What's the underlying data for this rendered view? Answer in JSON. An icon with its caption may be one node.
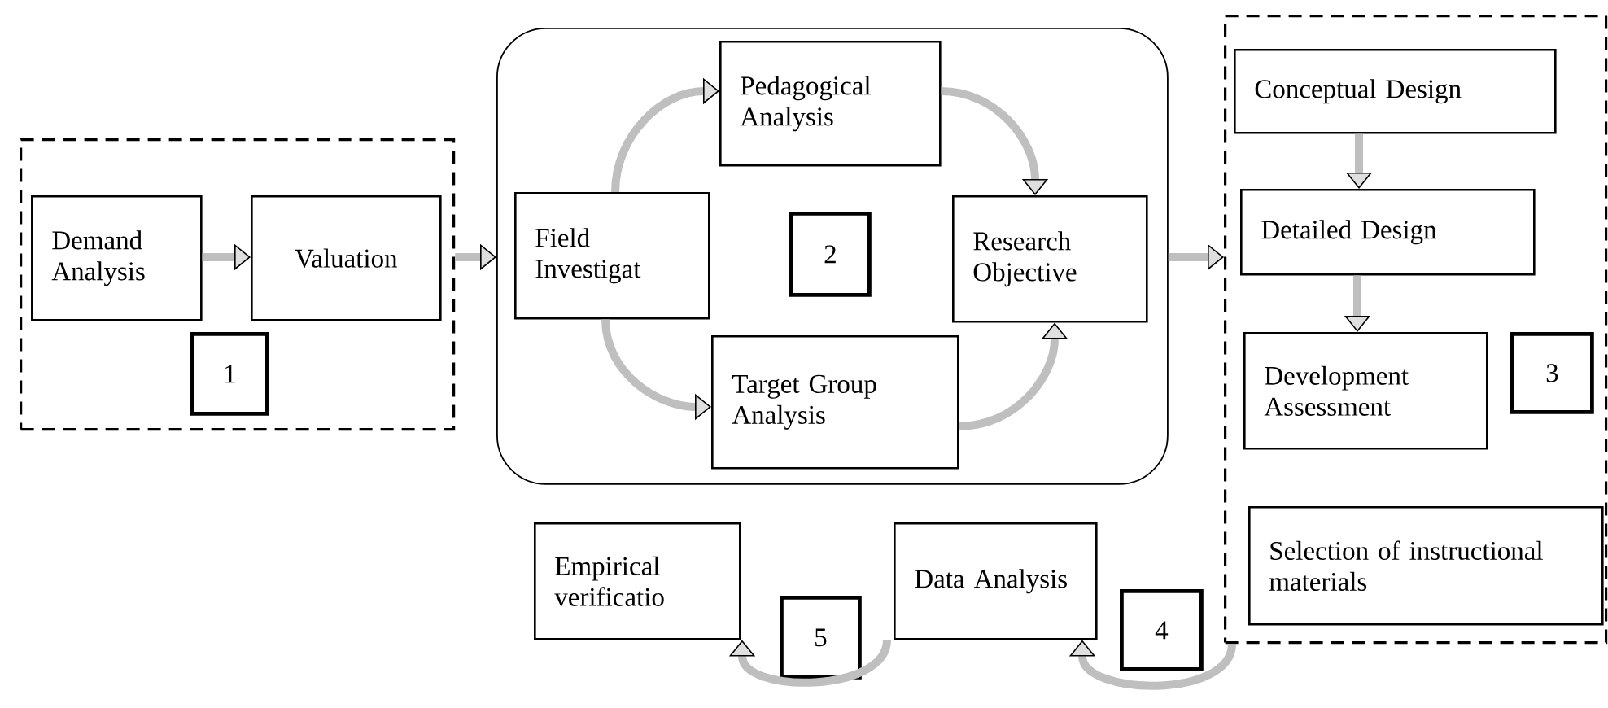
{
  "diagram": {
    "nodes": [
      {
        "text": [],
        "shape": "box"
      },
      {
        "text": [
          "Demand Analysis"
        ],
        "in": 0
      },
      {
        "text": [
          "Valuation"
        ],
        "in": 0
      },
      {
        "text": [
          "1"
        ],
        "in": 0
      },
      {
        "text": [],
        "shape": "box"
      },
      {
        "text": [
          "Pedagogical Analysis"
        ],
        "in": 4
      },
      {
        "text": [
          "Field Investigat"
        ],
        "in": 4
      },
      {
        "text": [
          "2"
        ],
        "in": 4
      },
      {
        "text": [
          "Research Objective"
        ],
        "in": 4
      },
      {
        "text": [
          "Target Group Analysis"
        ],
        "in": 4
      },
      {
        "text": [],
        "shape": "box"
      },
      {
        "text": [
          "Conceptual Design"
        ],
        "in": 10
      },
      {
        "text": [
          "Detailed Design"
        ],
        "in": 10
      },
      {
        "text": [
          "Development Assessment"
        ],
        "in": 10
      },
      {
        "text": [
          "3"
        ],
        "in": 10
      },
      {
        "text": [
          "Selection of instructional materials"
        ],
        "in": 10
      },
      {
        "text": [
          "Empirical verificatio"
        ]
      },
      {
        "text": [
          "Data Analysis"
        ]
      },
      {
        "text": [
          "5"
        ]
      },
      {
        "text": [
          "4"
        ]
      }
    ],
    "edges": [
      {
        "from": 1,
        "to": 2,
        "arrow": "to"
      },
      {
        "from": 0,
        "to": 4,
        "arrow": "to"
      },
      {
        "from": 4,
        "to": 10,
        "arrow": "to"
      },
      {
        "from": 11,
        "to": 12,
        "arrow": "to"
      },
      {
        "from": 12,
        "to": 13,
        "arrow": "to"
      },
      {
        "from": 6,
        "to": 5,
        "arrow": "to"
      },
      {
        "from": 5,
        "to": 8,
        "arrow": "to"
      },
      {
        "from": 6,
        "to": 9,
        "arrow": "to"
      },
      {
        "from": 9,
        "to": 8,
        "arrow": "to"
      },
      {
        "from": 10,
        "to": 17,
        "arrow": "to"
      },
      {
        "from": 17,
        "to": 16,
        "arrow": "to"
      }
    ]
  }
}
